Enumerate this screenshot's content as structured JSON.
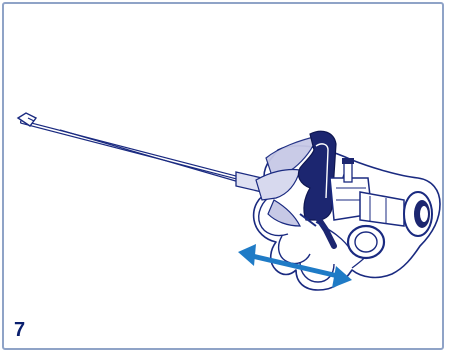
{
  "figure": {
    "step_number": "7",
    "colors": {
      "border": "#8fa3c7",
      "outline": "#1a2a80",
      "device_dark": "#1c2670",
      "device_light": "#c7c9e6",
      "arrow": "#1f7bc6",
      "step_text": "#0a1f6e"
    },
    "icons": {
      "hand": "hand-outline",
      "device": "resectoscope-handle",
      "arrow": "double-headed-arrow"
    }
  }
}
